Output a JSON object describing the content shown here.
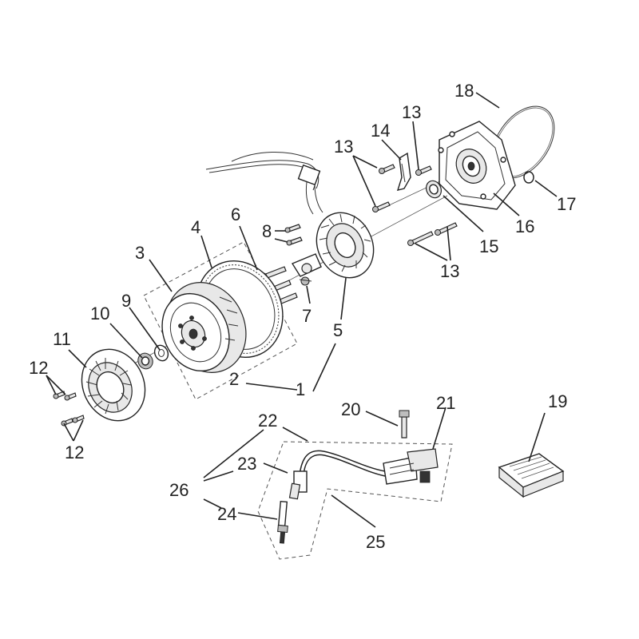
{
  "diagram": {
    "labels": [
      "1",
      "2",
      "3",
      "4",
      "5",
      "6",
      "7",
      "8",
      "9",
      "10",
      "11",
      "12",
      "12",
      "13",
      "13",
      "13",
      "14",
      "15",
      "16",
      "17",
      "18",
      "19",
      "20",
      "21",
      "22",
      "23",
      "24",
      "25",
      "26"
    ]
  }
}
